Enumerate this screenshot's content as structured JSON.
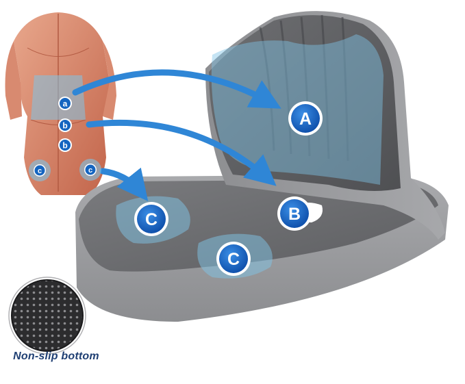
{
  "caption": "Non-slip bottom",
  "zone_labels": {
    "backrest": "A",
    "tailbone_cutout": "B",
    "thigh_left": "C",
    "thigh_right": "C",
    "back_upper": "a",
    "back_middle": "b",
    "back_lower": "b",
    "glute_left": "c",
    "glute_right": "c"
  },
  "colors": {
    "badge_blue": "#1565c0",
    "arrow_blue": "#2f86d6",
    "zone_tint": "#7fc4e6",
    "cushion_gray": "#6f7073",
    "caption_navy": "#1f3f73"
  }
}
